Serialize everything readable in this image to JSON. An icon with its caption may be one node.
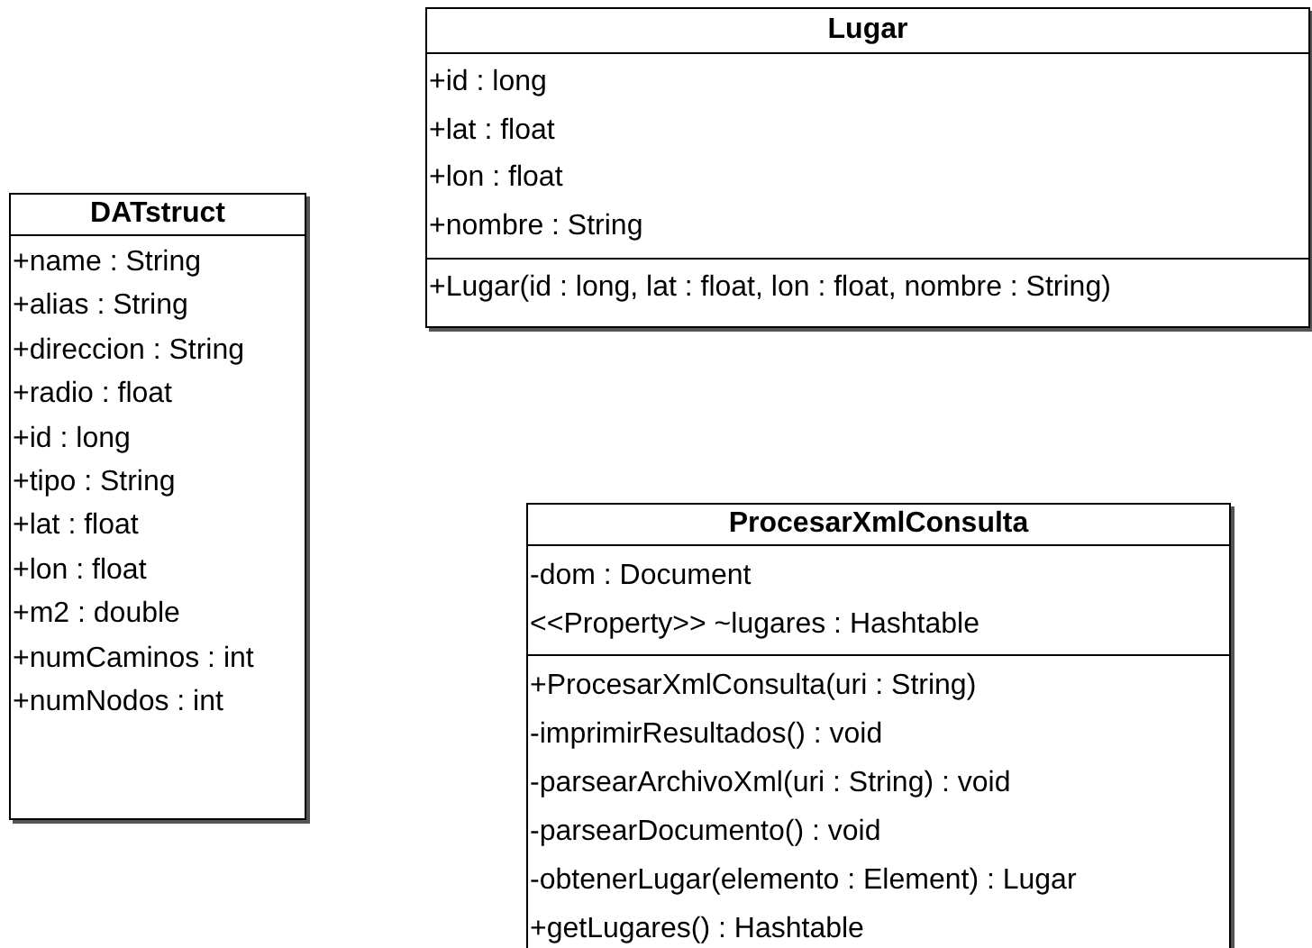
{
  "diagram": {
    "nodes": [
      {
        "text": [
          "Lugar",
          "+id : long",
          "+lat : float",
          "+lon : float",
          "+nombre : String",
          "+Lugar(id : long, lat : float, lon : float, nombre : String)"
        ]
      },
      {
        "text": [
          "DATstruct",
          "+name : String",
          "+alias : String",
          "+direccion : String",
          "+radio : float",
          "+id : long",
          "+tipo : String",
          "+lat : float",
          "+lon : float",
          "+m2 : double",
          "+numCaminos : int",
          "+numNodos : int"
        ]
      },
      {
        "text": [
          "ProcesarXmlConsulta",
          "-dom : Document",
          "<<Property>> ~lugares : Hashtable",
          "+ProcesarXmlConsulta(uri : String)",
          "-imprimirResultados() : void",
          "-parsearArchivoXml(uri : String) : void",
          "-parsearDocumento() : void",
          "-obtenerLugar(elemento : Element) : Lugar",
          "+getLugares() : Hashtable"
        ]
      }
    ]
  }
}
